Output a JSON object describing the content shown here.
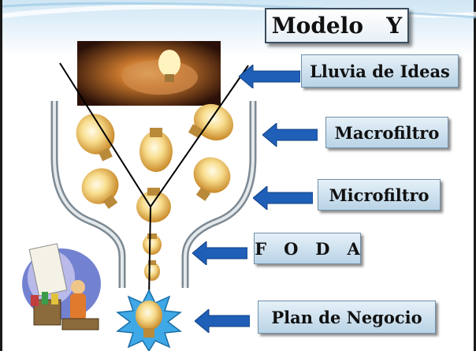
{
  "title": "Modelo   Y",
  "stages": [
    {
      "label": "Lluvia de Ideas"
    },
    {
      "label": "Macrofiltro"
    },
    {
      "label": "Microfiltro"
    },
    {
      "label": "F   O   D   A"
    },
    {
      "label": "Plan de Negocio"
    }
  ],
  "colors": {
    "arrow_blue": "#1f5fb8",
    "label_bg": "#c9deed",
    "funnel": "#b8c4cc",
    "bulb": "#f5d27a"
  },
  "icons": [
    "hands-lightbulb-photo",
    "lightbulb-icon",
    "funnel",
    "cartoon-businessman-clipart",
    "burst-lightbulb-icon",
    "arrow-left-icon"
  ]
}
